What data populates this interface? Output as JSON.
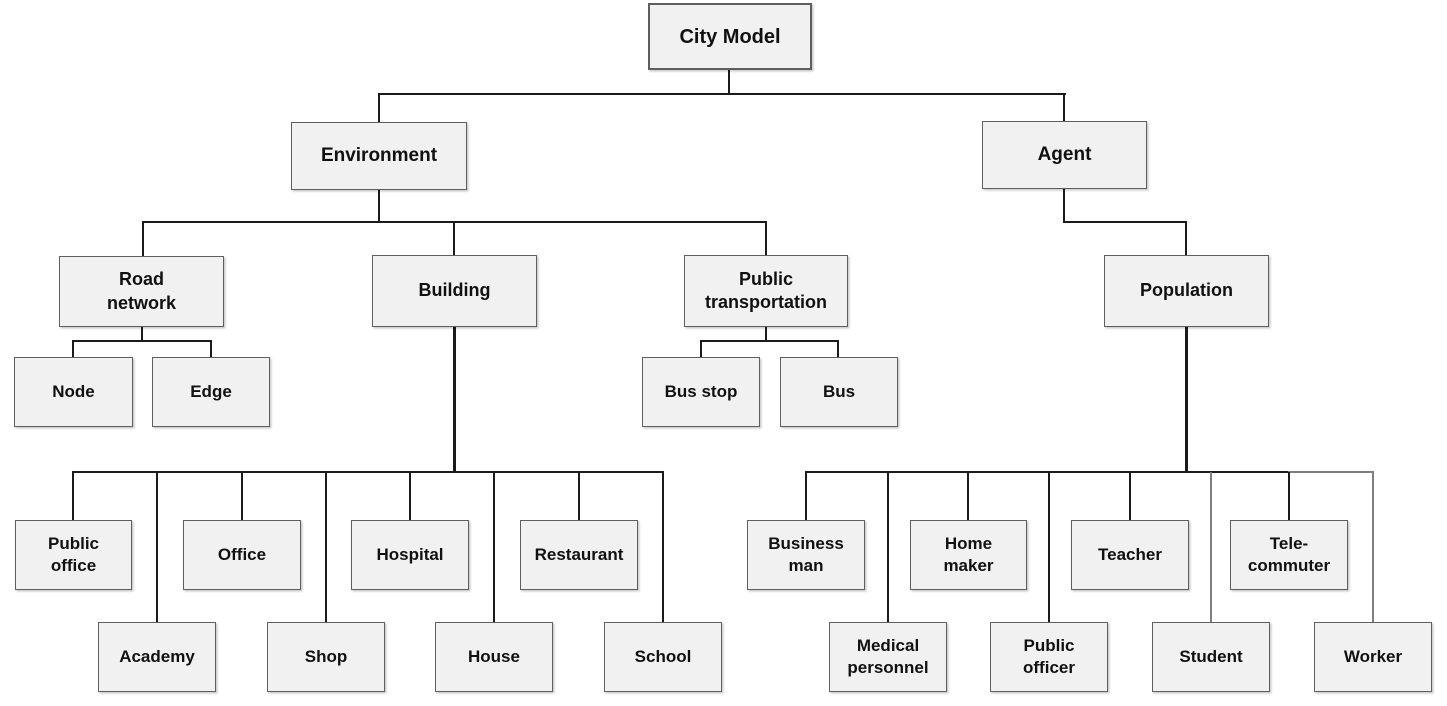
{
  "diagram": {
    "type": "hierarchy-tree",
    "title": "City Model",
    "colors": {
      "box_fill": "#f1f1f1",
      "box_border": "#5f5f5f",
      "line": "#1b1b1b",
      "line_gray": "#7e7e7e",
      "text": "#111111",
      "background": "#ffffff"
    },
    "tree": {
      "root_label": "City Model",
      "branches": [
        {
          "label": "Environment",
          "children": [
            {
              "label": "Road network",
              "children": [
                "Node",
                "Edge"
              ]
            },
            {
              "label": "Building",
              "children": [
                "Public office",
                "Academy",
                "Office",
                "Shop",
                "Hospital",
                "House",
                "Restaurant",
                "School"
              ]
            },
            {
              "label": "Public transportation",
              "children": [
                "Bus stop",
                "Bus"
              ]
            }
          ]
        },
        {
          "label": "Agent",
          "children": [
            {
              "label": "Population",
              "children": [
                "Business man",
                "Medical personnel",
                "Home maker",
                "Public officer",
                "Teacher",
                "Student",
                "Tele-commuter",
                "Worker"
              ]
            }
          ]
        }
      ]
    }
  }
}
